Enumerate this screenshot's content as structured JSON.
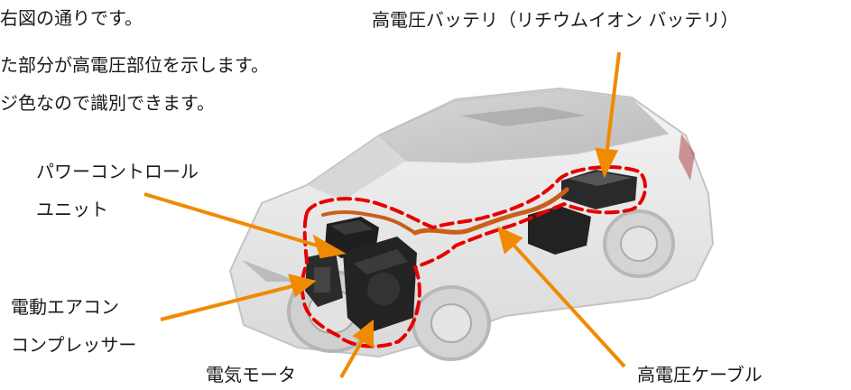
{
  "intro_lines": [
    "右図の通りです。",
    "た部分が高電圧部位を示します。",
    "ジ色なので識別できます。"
  ],
  "labels": {
    "battery": "高電圧バッテリ（リチウムイオン バッテリ）",
    "pcu_line1": "パワーコントロール",
    "pcu_line2": "ユニット",
    "compressor_line1": "電動エアコン",
    "compressor_line2": "コンプレッサー",
    "motor": "電気モータ",
    "cable": "高電圧ケーブル"
  },
  "colors": {
    "arrow": "#f08a00",
    "outline_dashed": "#e60000",
    "cable": "#c8601a",
    "text": "#1a1a1a"
  }
}
